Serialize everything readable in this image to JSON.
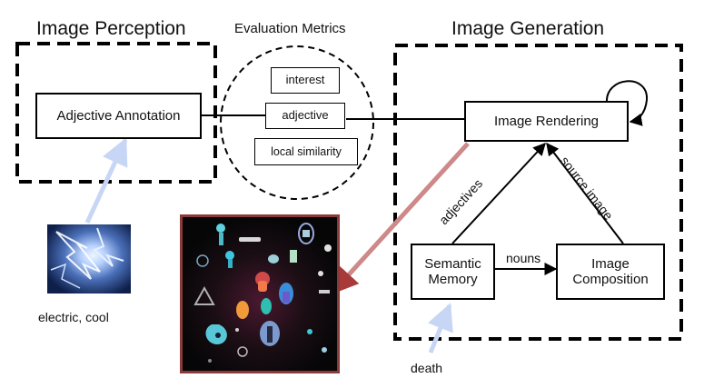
{
  "sections": {
    "perception_title": "Image Perception",
    "metrics_title": "Evaluation Metrics",
    "generation_title": "Image Generation"
  },
  "perception": {
    "adjective_annotation": "Adjective Annotation"
  },
  "metrics": {
    "interest": "interest",
    "adjective": "adjective",
    "local_similarity": "local similarity"
  },
  "generation": {
    "image_rendering": "Image Rendering",
    "semantic_memory_line1": "Semantic",
    "semantic_memory_line2": "Memory",
    "image_composition_line1": "Image",
    "image_composition_line2": "Composition",
    "edge_adjectives": "adjectives",
    "edge_source_image": "source image",
    "edge_nouns": "nouns"
  },
  "captions": {
    "input_caption": "electric, cool",
    "death_caption": "death"
  },
  "colors": {
    "black": "#000000",
    "light_arrow": "#c8d6f5",
    "red_arrow": "#a83a3a",
    "collage_border": "#8b3a3a"
  }
}
